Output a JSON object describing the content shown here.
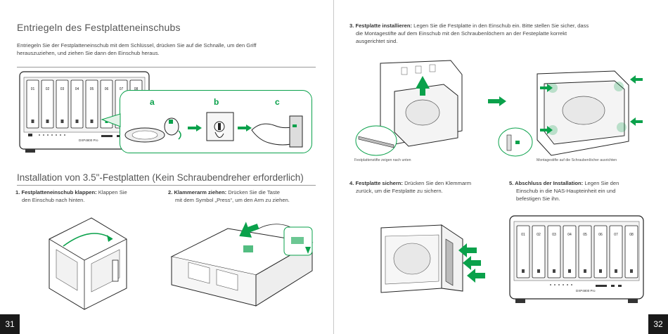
{
  "left": {
    "title": "Entriegeln des Festplatteneinschubs",
    "intro_line1": "Entriegeln Sie der Festplatteneinschub mit dem Schlüssel, drücken Sie auf die Schnalle, um den Griff",
    "intro_line2": "herauszuziehen, und ziehen Sie dann den Einschub heraus.",
    "bays": [
      "01",
      "02",
      "03",
      "04",
      "05",
      "06",
      "07",
      "08"
    ],
    "brand": "DXP4800 Pro",
    "callouts": [
      "a",
      "b",
      "c"
    ],
    "section_title": "Installation von 3.5\"-Festplatten (Kein Schraubendreher erforderlich)",
    "step1_bold": "1. Festplatteneinschub klappen:",
    "step1_text1": " Klappen Sie",
    "step1_text2": "den Einschub nach hinten.",
    "step2_bold": "2. Klammerarm ziehen:",
    "step2_text1": " Drücken Sie die Taste",
    "step2_text2": "mit dem Symbol „Press“, um den Arm zu ziehen.",
    "page_number": "31"
  },
  "right": {
    "step3_bold": "3. Festplatte installieren:",
    "step3_text1": " Legen Sie die Festplatte in den Einschub ein. Bitte stellen Sie sicher, dass",
    "step3_text2": "die Montagestifte auf dem Einschub mit den Schraubenlöchern an der Festeplatte korrekt",
    "step3_text3": "ausgerichtet sind.",
    "caption_left": "Festplattenstifte zeigen nach unten",
    "caption_right": "Montagestifte auf die Schraubenlöcher ausrichten",
    "step4_bold": "4. Festplatte sichern:",
    "step4_text1": " Drücken Sie den Klemmarm",
    "step4_text2": "zurück, um die Festplatte zu sichern.",
    "step5_bold": "5. Abschluss der Installation:",
    "step5_text1": " Legen Sie den",
    "step5_text2": "Einschub in die NAS-Haupteinheit ein und",
    "step5_text3": "befestigen Sie ihn.",
    "bays": [
      "01",
      "02",
      "03",
      "04",
      "05",
      "06",
      "07",
      "08"
    ],
    "brand": "DXP4800 Pro",
    "page_number": "32"
  },
  "colors": {
    "accent": "#0aa14b",
    "callout_bg": "#eaf6ee",
    "dark": "#1a1a1a"
  }
}
